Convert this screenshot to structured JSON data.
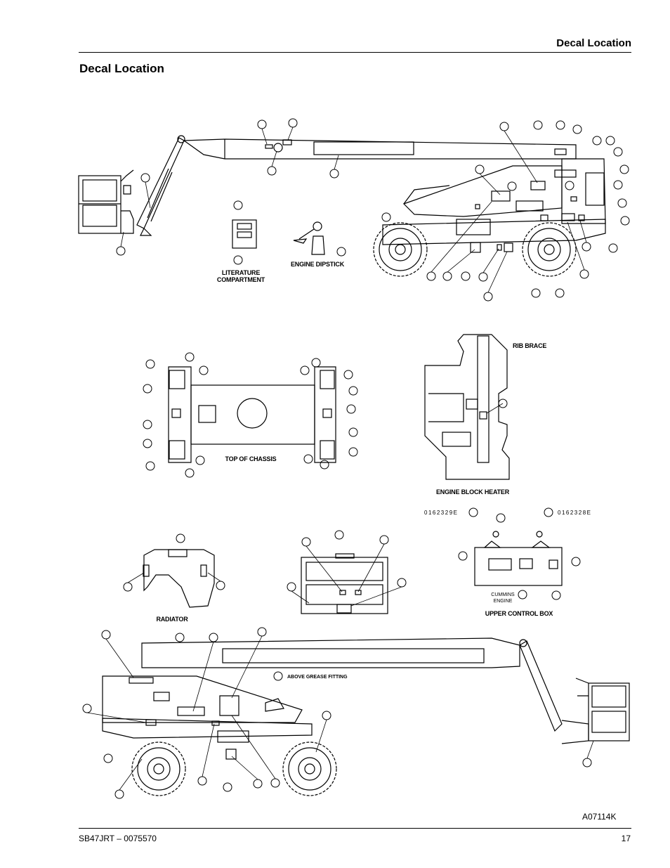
{
  "header": {
    "running_title": "Decal Location"
  },
  "page_title": "Decal Location",
  "figure": {
    "id": "A07114K",
    "captions": {
      "literature": [
        "LITERATURE",
        "COMPARTMENT"
      ],
      "dipstick": "ENGINE DIPSTICK",
      "top_chassis": "TOP OF CHASSIS",
      "rib_brace": "RIB BRACE",
      "block_heater": "ENGINE BLOCK HEATER",
      "radiator": "RADIATOR",
      "upper_control": "UPPER CONTROL BOX",
      "part_left": "0162329E",
      "part_right": "0162328E",
      "cummins": [
        "CUMMINS",
        "ENGINE"
      ],
      "grease": "ABOVE GREASE FITTING"
    }
  },
  "footer": {
    "doc_id": "SB47JRT – 0075570",
    "page_number": "17"
  }
}
